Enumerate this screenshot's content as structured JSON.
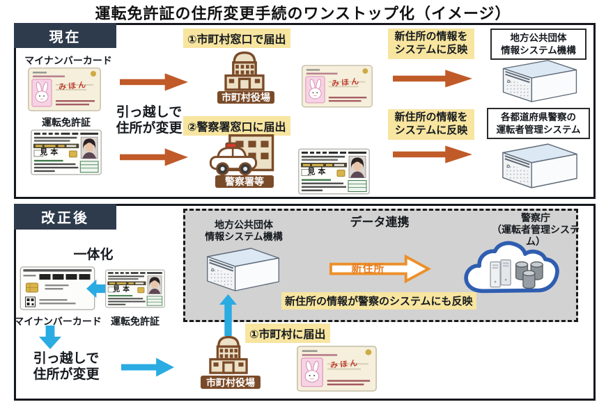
{
  "title": "運転免許証の住所変更手続のワンストップ化（イメージ）",
  "colors": {
    "panel_header_bg": "#2e3b4d",
    "arrow_orange": "#c05a28",
    "arrow_blue": "#2aabe2",
    "highlight_yellow": "#f7e5a0",
    "building_brown": "#7a4b29",
    "data_link_bg": "#d2d2d2",
    "new_address_orange": "#ec8f2a",
    "cloud_blue": "#2f5db0"
  },
  "cards": {
    "mynumber_sample": "みほん",
    "license_sample": "見本"
  },
  "current": {
    "header": "現在",
    "mynumber_label": "マイナンバーカード",
    "license_label": "運転免許証",
    "move_text": "引っ越しで\n住所が変更",
    "step1_label": "①市町村窓口で届出",
    "office_label": "市町村役場",
    "step2_label": "②警察署窓口に届出",
    "police_label": "警察署等",
    "reflect1_label": "新住所の情報を\nシステムに反映",
    "reflect2_label": "新住所の情報を\nシステムに反映",
    "system1_label": "地方公共団体\n情報システム機構",
    "system2_label": "各都道府県警察の\n運転者管理システム"
  },
  "revised": {
    "header": "改正後",
    "integration_label": "一体化",
    "mynumber_label": "マイナンバーカード",
    "license_label": "運転免許証",
    "move_text": "引っ越しで\n住所が変更",
    "data_link_label": "データ連携",
    "jlis_label": "地方公共団体\n情報システム機構",
    "npa_label": "警察庁\n（運転者管理システム）",
    "new_address_label": "新住所",
    "reflect_label": "新住所の情報が警察のシステムにも反映",
    "step1_label": "①市町村に届出",
    "office_label": "市町村役場"
  }
}
